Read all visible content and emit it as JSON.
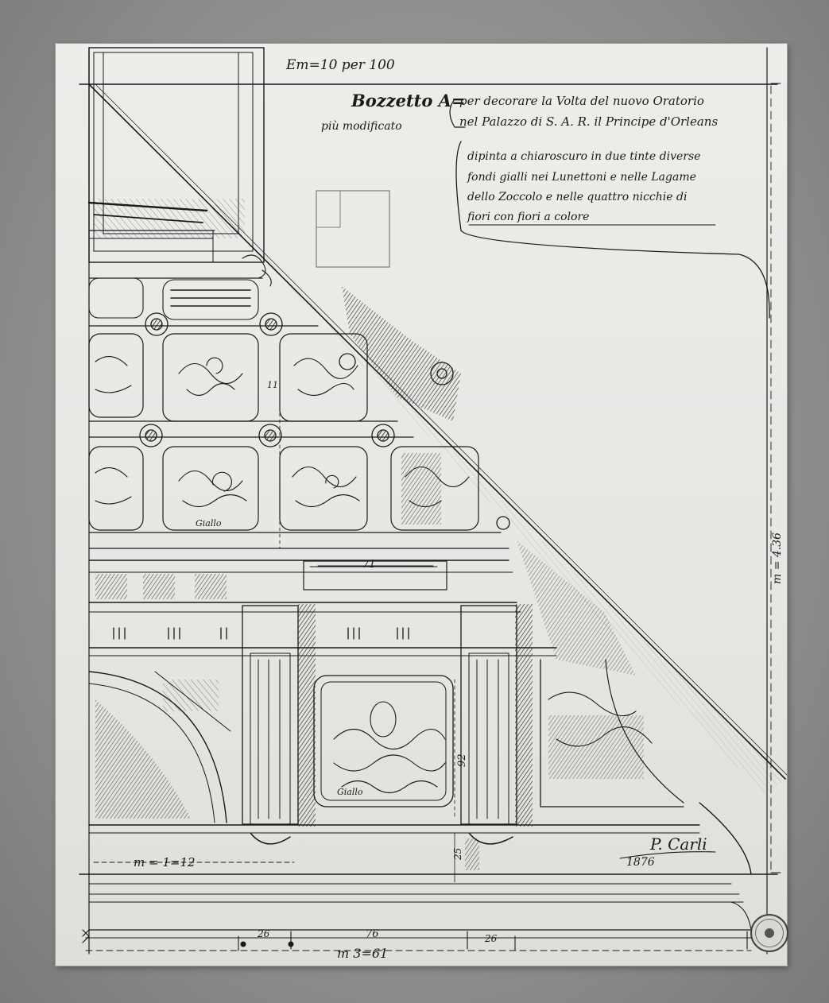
{
  "annotations": {
    "scale_note": "Em=10 per 100",
    "title_main": "Bozzetto A=",
    "title_sub": "più modificato",
    "title_line1": "per decorare la Volta del nuovo Oratorio",
    "title_line2": "nel Palazzo di S. A. R. il Principe d'Orleans",
    "desc_line1": "dipinta a chiaroscuro in due tinte diverse",
    "desc_line2": "fondi gialli nei Lunettoni e nelle Lagame",
    "desc_line3": "dello Zoccolo e nelle quattro nicchie di",
    "desc_line4": "fiori con fiori a colore"
  },
  "dimensions": {
    "d71": "71",
    "d11": "11",
    "d92": "92",
    "d25": "25",
    "d_m112": "m = 1=12",
    "d_m436": "m = 4.36",
    "d26a": "26",
    "d76": "76",
    "d26b": "26",
    "d_m361": "m 3=61"
  },
  "labels": {
    "giallo1": "Giallo",
    "giallo2": "Giallo"
  },
  "signature": {
    "name": "P. Carli",
    "date": "1876"
  },
  "colors": {
    "ink": "#1a1a1a",
    "paper": "#e8e8e5"
  }
}
